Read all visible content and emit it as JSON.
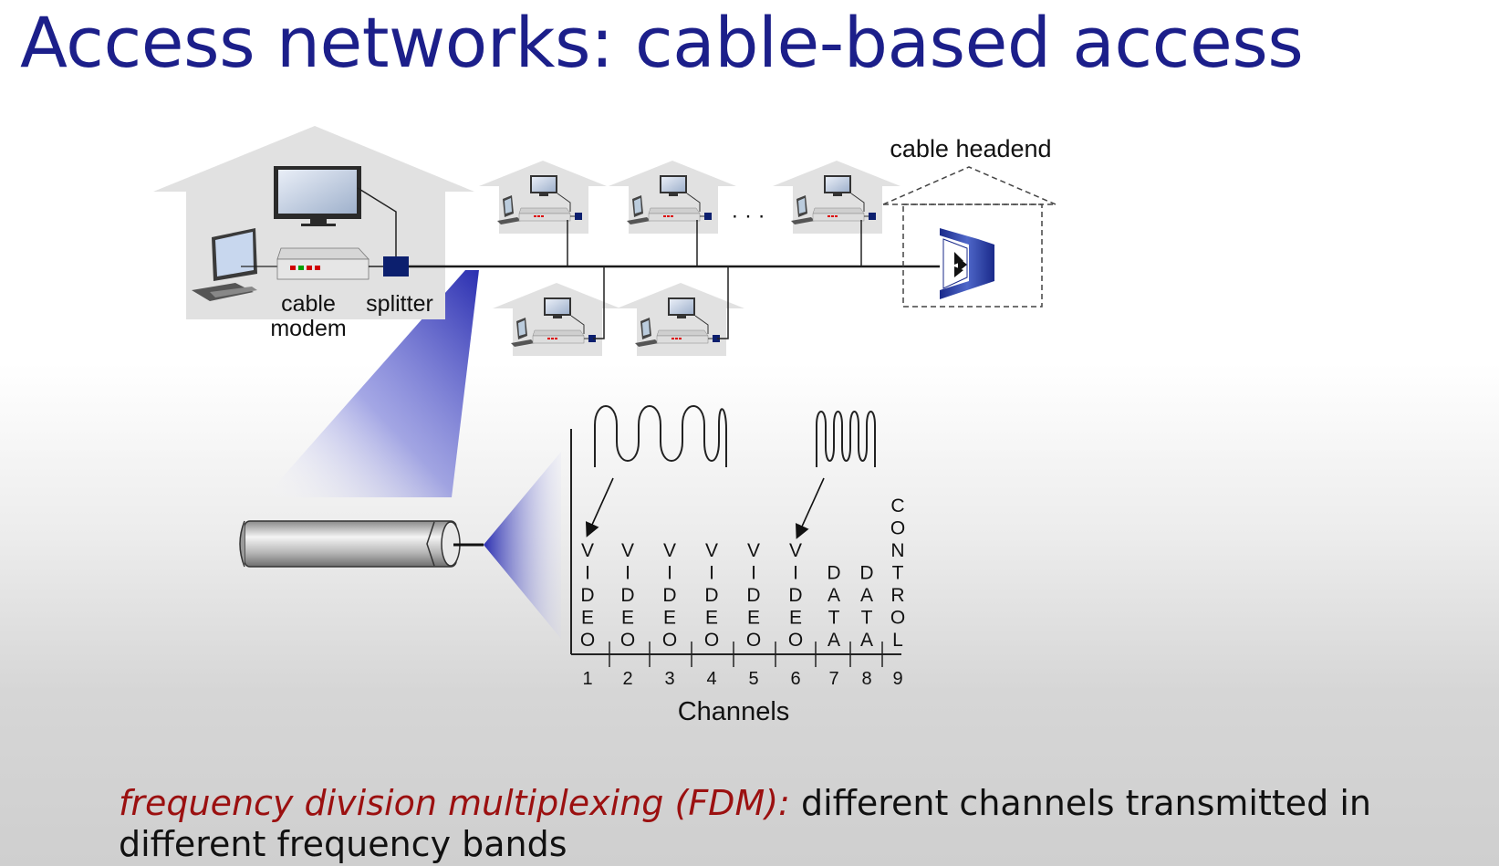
{
  "slide": {
    "title": "Access networks: cable-based access"
  },
  "diagram": {
    "labels": {
      "cable_headend": "cable headend",
      "cable_modem_line1": "cable",
      "cable_modem_line2": "modem",
      "splitter": "splitter",
      "ellipsis": "· · ·",
      "channels": "Channels"
    },
    "channels": [
      {
        "number": "1",
        "letters": [
          "V",
          "I",
          "D",
          "E",
          "O"
        ]
      },
      {
        "number": "2",
        "letters": [
          "V",
          "I",
          "D",
          "E",
          "O"
        ]
      },
      {
        "number": "3",
        "letters": [
          "V",
          "I",
          "D",
          "E",
          "O"
        ]
      },
      {
        "number": "4",
        "letters": [
          "V",
          "I",
          "D",
          "E",
          "O"
        ]
      },
      {
        "number": "5",
        "letters": [
          "V",
          "I",
          "D",
          "E",
          "O"
        ]
      },
      {
        "number": "6",
        "letters": [
          "V",
          "I",
          "D",
          "E",
          "O"
        ]
      },
      {
        "number": "7",
        "letters": [
          "D",
          "A",
          "T",
          "A"
        ]
      },
      {
        "number": "8",
        "letters": [
          "D",
          "A",
          "T",
          "A"
        ]
      },
      {
        "number": "9",
        "letters": [
          "C",
          "O",
          "N",
          "T",
          "R",
          "O",
          "L"
        ]
      }
    ],
    "colors": {
      "title": "#1c1f8a",
      "fdm_term": "#9b1010",
      "splitter": "#0c1f6e",
      "zoom_cone": "#2b2fb0"
    }
  },
  "footer": {
    "term": "frequency division multiplexing (FDM):",
    "text": "different channels transmitted in different frequency bands"
  }
}
